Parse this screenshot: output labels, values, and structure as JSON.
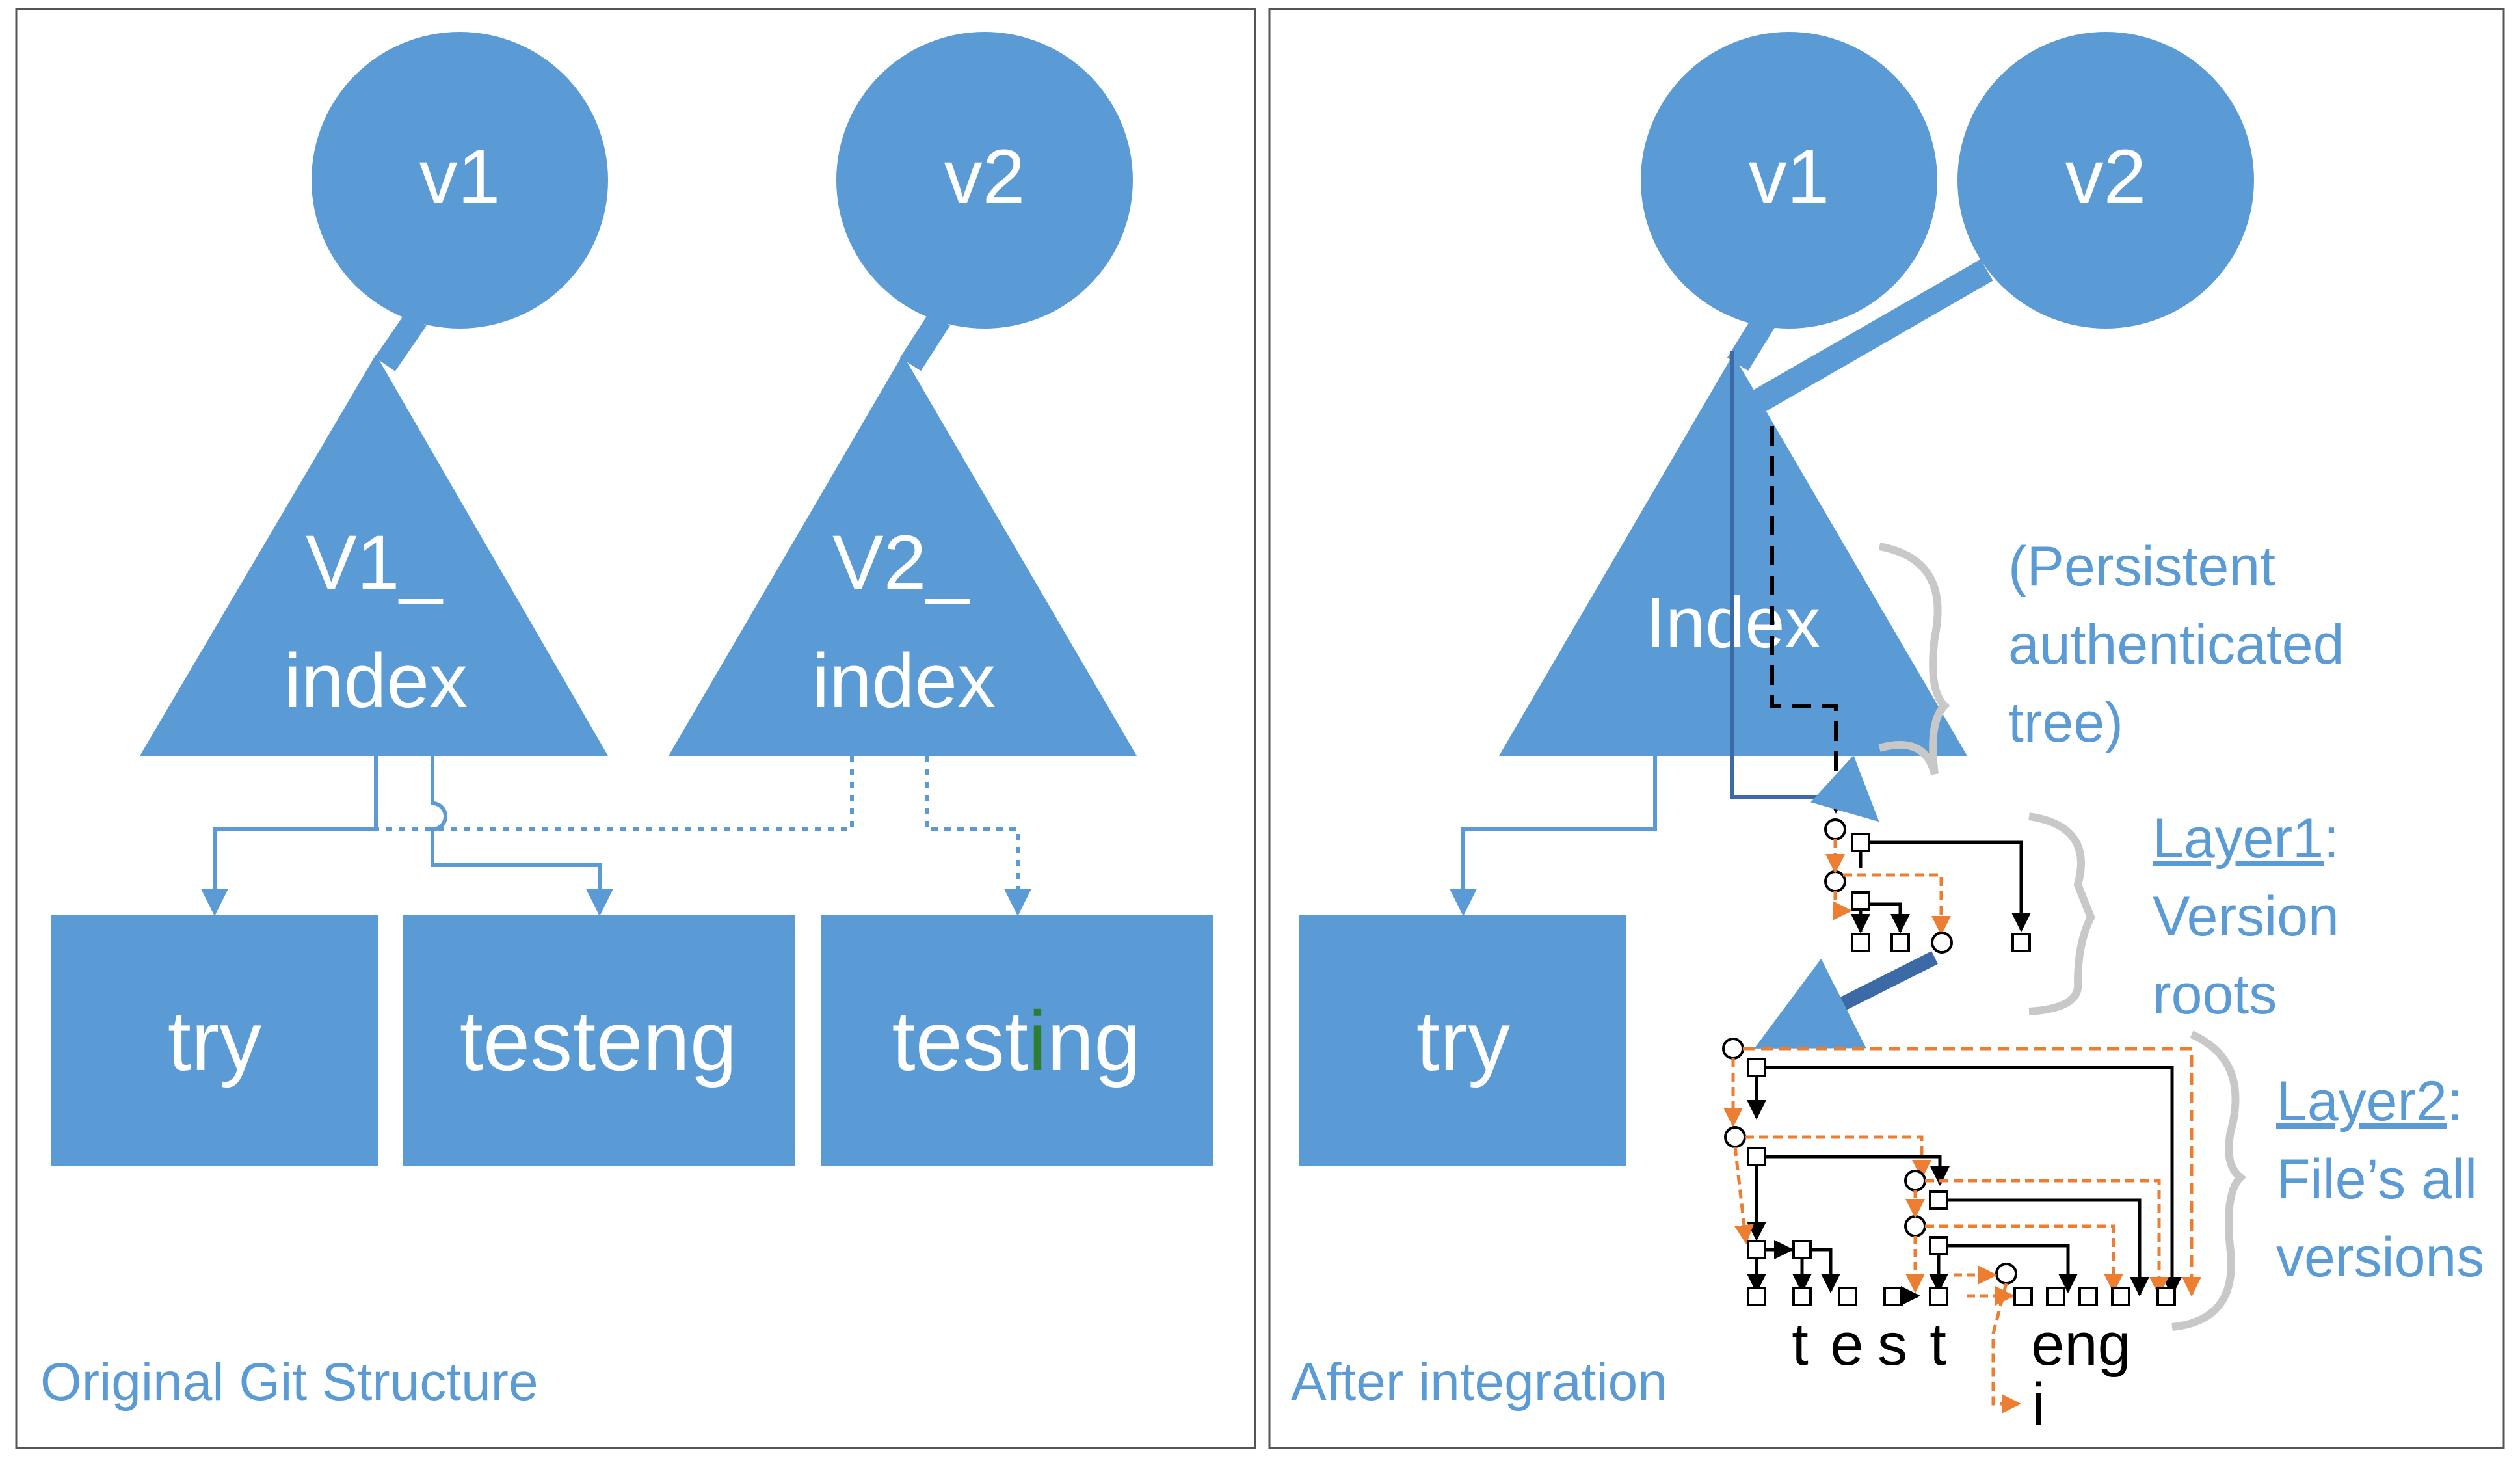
{
  "colors": {
    "fill": "#5b9bd5",
    "accent_text": "#5b9bd5",
    "orange": "#ed7d31",
    "brace": "#c8c8c8",
    "green_letter": "#2e7d32",
    "dark_line": "#000000"
  },
  "left_panel": {
    "caption": "Original Git Structure",
    "v1_label": "v1",
    "v2_label": "v2",
    "tri1_line1": "V1_",
    "tri1_line2": "index",
    "tri2_line1": "V2_",
    "tri2_line2": "index",
    "box_try": "try",
    "box_testeng": "testeng",
    "box_testing_pre": "test",
    "box_testing_hi": "i",
    "box_testing_post": "ng"
  },
  "right_panel": {
    "caption": "After integration",
    "v1_label": "v1",
    "v2_label": "v2",
    "tri_label": "Index",
    "box_try": "try",
    "note_pat_1": "(Persistent",
    "note_pat_2": "authenticated",
    "note_pat_3": "tree)",
    "layer1_title": "Layer1",
    "layer1_colon": ":",
    "layer1_line2": "Version",
    "layer1_line3": "roots",
    "layer2_title": "Layer2",
    "layer2_colon": ":",
    "layer2_line2": "File’s all",
    "layer2_line3": "versions",
    "leaf_t": "t",
    "leaf_e": "e",
    "leaf_s": "s",
    "leaf_t2": "t",
    "leaf_eng": "eng",
    "leaf_i": "i"
  }
}
